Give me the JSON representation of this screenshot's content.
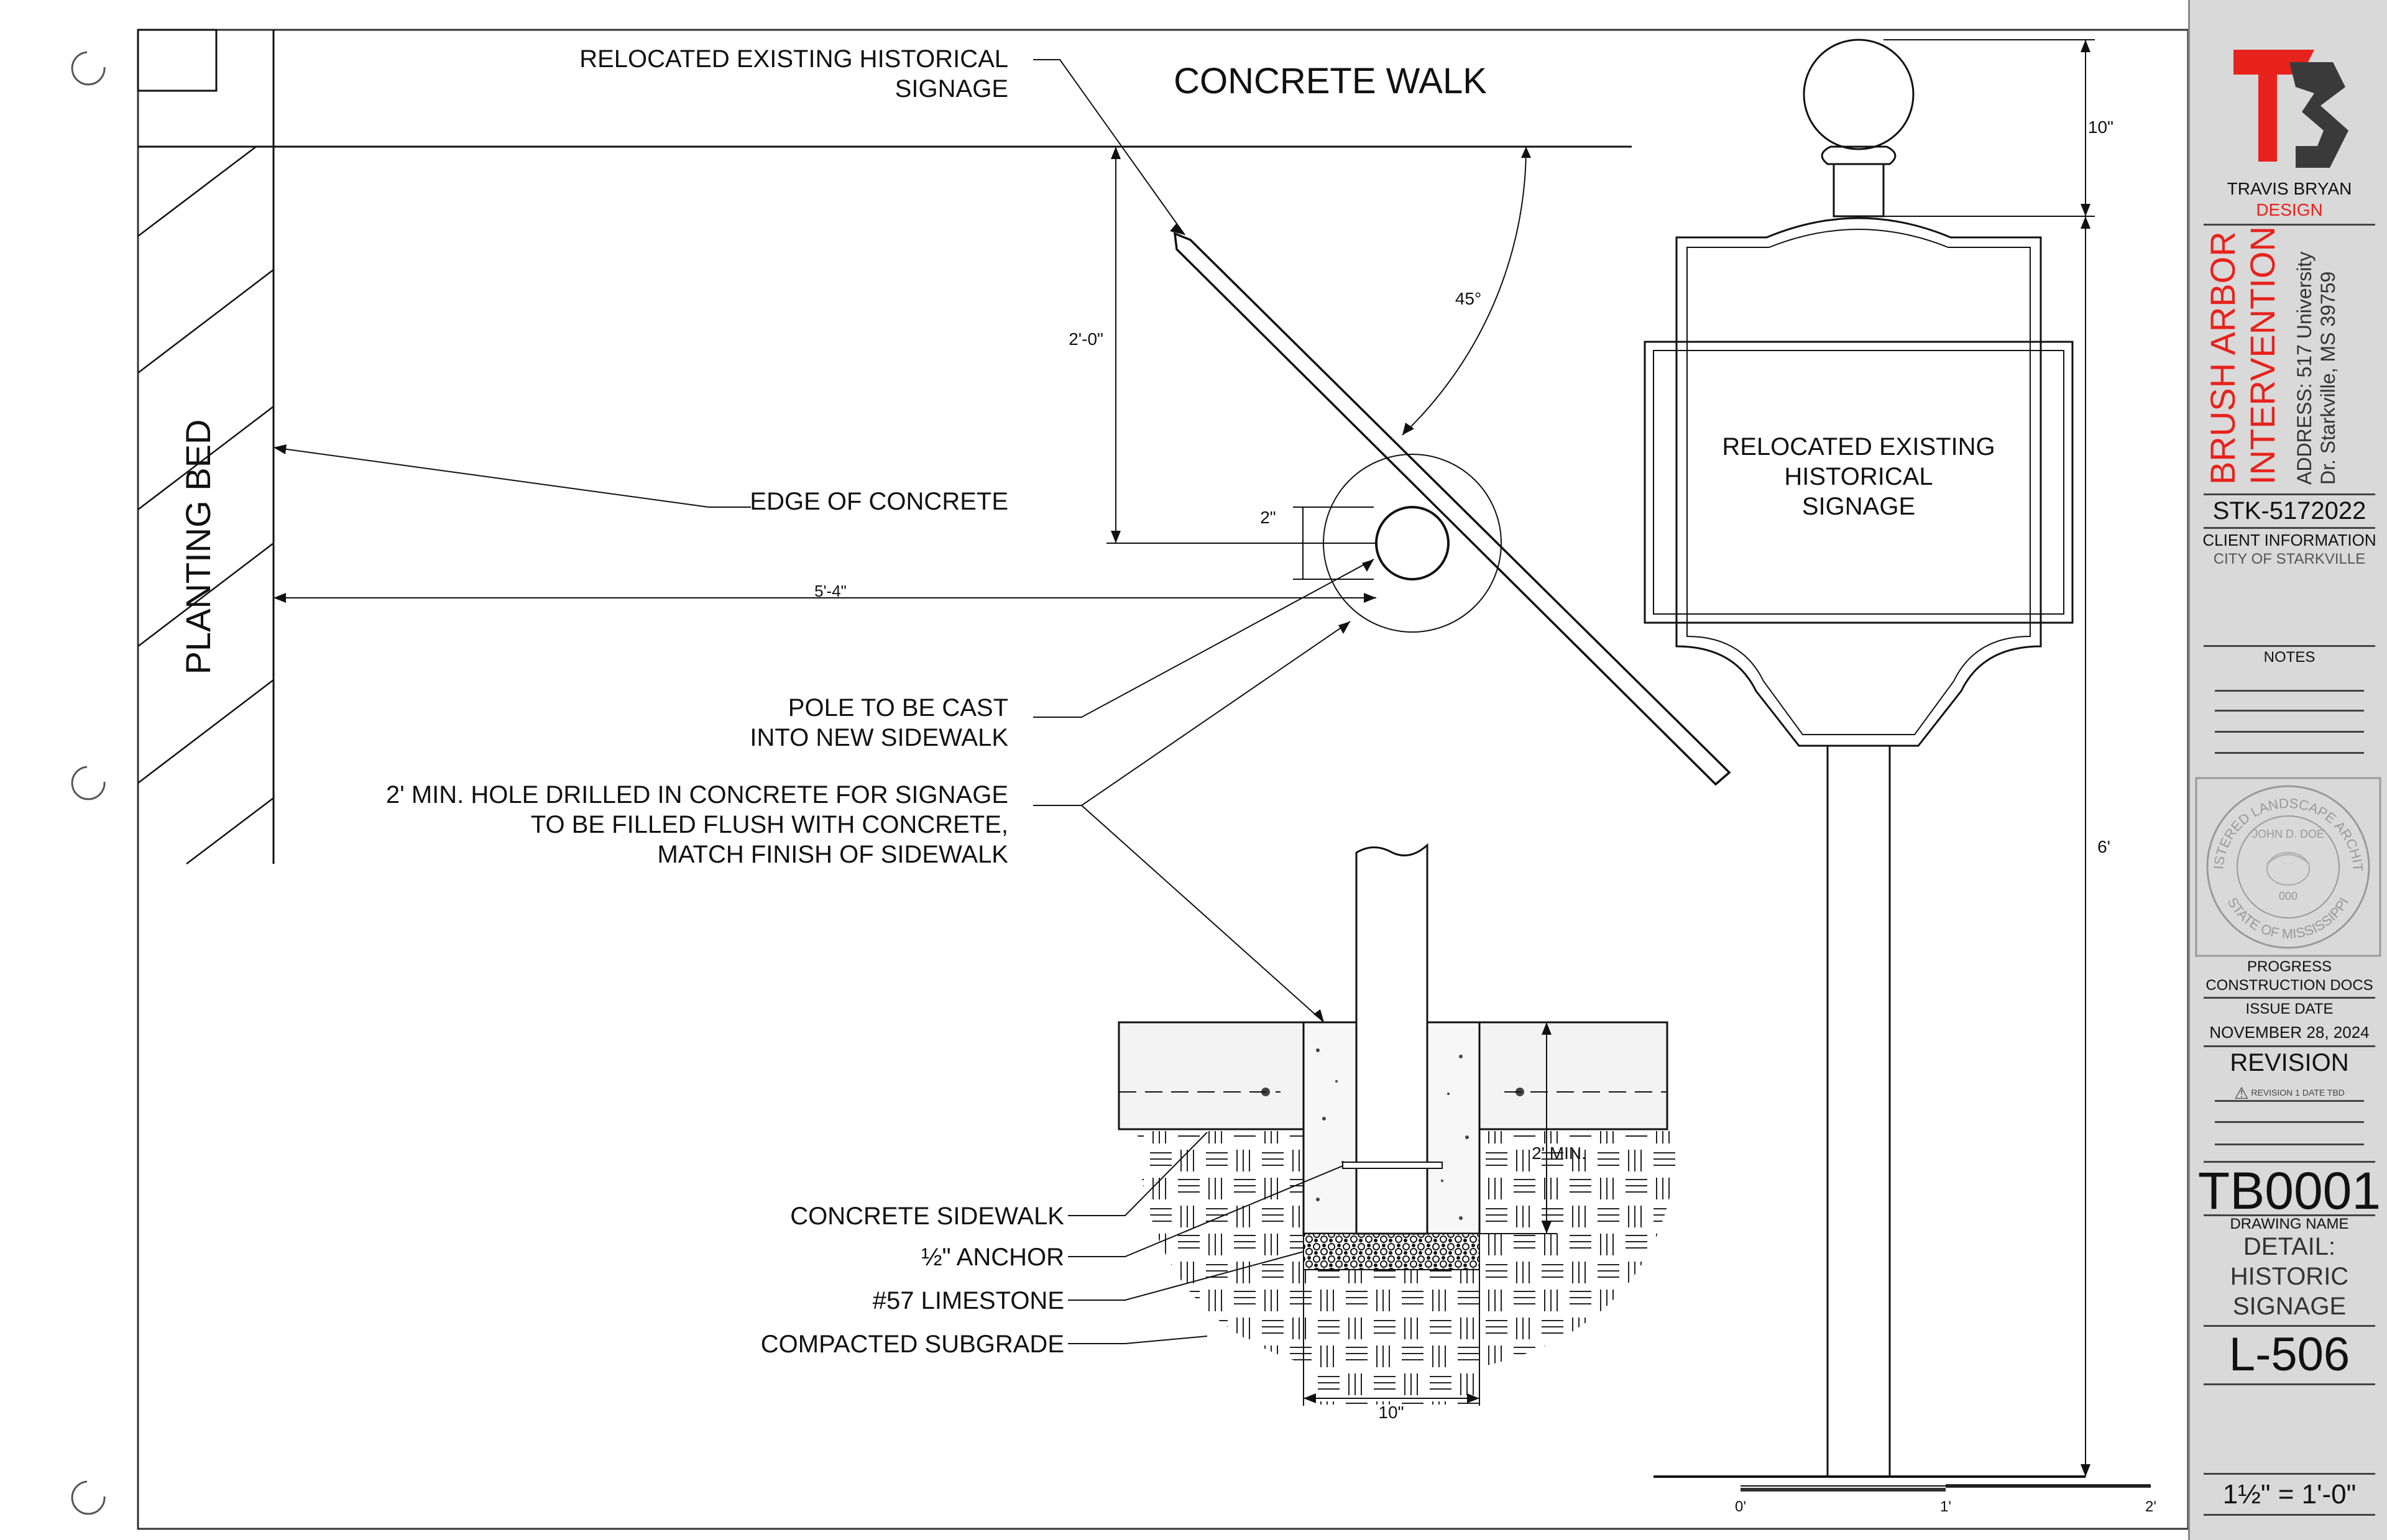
{
  "labels": {
    "relocated_signage_callout": [
      "RELOCATED EXISTING HISTORICAL",
      "SIGNAGE"
    ],
    "concrete_walk": "CONCRETE WALK",
    "planting_bed": "PLANTING BED",
    "edge_of_concrete": "EDGE OF CONCRETE",
    "pole_cast": [
      "POLE TO BE CAST",
      "INTO NEW SIDEWALK"
    ],
    "hole_drilled": [
      "2' MIN. HOLE DRILLED IN CONCRETE FOR SIGNAGE",
      "TO BE FILLED FLUSH WITH CONCRETE,",
      "MATCH FINISH OF SIDEWALK"
    ],
    "concrete_sidewalk": "CONCRETE SIDEWALK",
    "anchor": "½\" ANCHOR",
    "limestone": "#57 LIMESTONE",
    "compacted_subgrade": "COMPACTED SUBGRADE",
    "sign_panel": [
      "RELOCATED EXISTING",
      "HISTORICAL",
      "SIGNAGE"
    ]
  },
  "dimensions": {
    "two_ft": "2'-0\"",
    "angle": "45°",
    "two_in": "2\"",
    "five_four": "5'-4\"",
    "two_min": "2' MIN.",
    "ten_in_bottom": "10\"",
    "ten_in_top": "10\"",
    "six_ft": "6'"
  },
  "scale_bar": {
    "ticks": [
      "0'",
      "1'",
      "2'"
    ],
    "scale_text": "1½\" = 1'-0\""
  },
  "title_block": {
    "company_name": "TRAVIS BRYAN",
    "company_sub": "DESIGN",
    "project_title": "BRUSH ARBOR INTERVENTION",
    "project_title_lines": [
      "BRUSH ARBOR",
      "INTERVENTION"
    ],
    "address_lines": [
      "ADDRESS: 517 University",
      "Dr. Starkville, MS 39759"
    ],
    "project_number": "STK-5172022",
    "client_label": "CLIENT INFORMATION",
    "client_name": "CITY OF STARKVILLE",
    "notes_label": "NOTES",
    "seal_text": [
      "REGISTERED LANDSCAPE ARCHITECT",
      "JOHN D. DOE",
      "STATE OF MISSISSIPPI",
      "000"
    ],
    "progress_label": "PROGRESS",
    "progress_value": "CONSTRUCTION DOCS",
    "issue_label": "ISSUE DATE",
    "issue_date": "NOVEMBER 28, 2024",
    "revision_label": "REVISION",
    "revision_item": "REVISION 1 DATE TBD",
    "drawing_code": "TB0001",
    "drawing_name_label": "DRAWING NAME",
    "drawing_name_lines": [
      "DETAIL:",
      "HISTORIC",
      "SIGNAGE"
    ],
    "sheet_number": "L-506"
  },
  "colors": {
    "brand_red": "#e8221c",
    "brand_dark": "#3a3a3a",
    "panel_bg": "#d9d9d9"
  }
}
